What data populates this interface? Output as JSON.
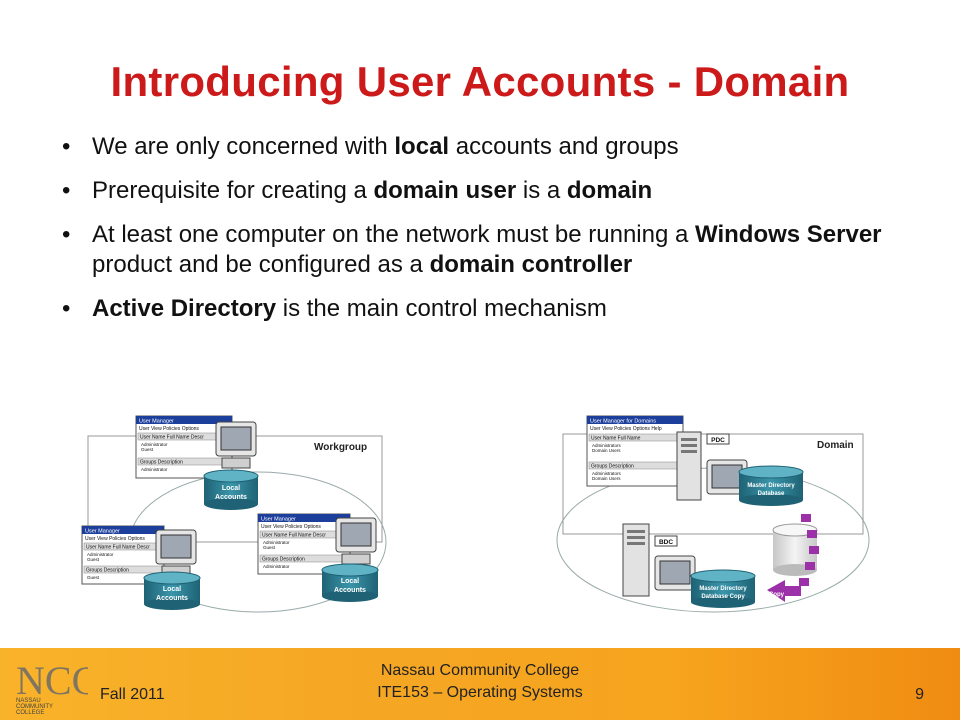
{
  "slide": {
    "title": "Introducing User Accounts - Domain",
    "bullets": [
      [
        "We are only concerned with ",
        "local",
        " accounts and groups"
      ],
      [
        "Prerequisite for creating a ",
        "domain user",
        " is a ",
        "domain",
        ""
      ],
      [
        "At least one computer on the network must be running a ",
        "Windows Server",
        " product and be configured as a ",
        "domain controller",
        ""
      ],
      [
        "",
        "Active Directory",
        " is the main control mechanism"
      ]
    ]
  },
  "workgroup_diagram": {
    "label": "Workgroup",
    "window_title": "User Manager",
    "menu": "User  View  Policies  Options",
    "header_cols": "User Name   Full Name  Descr",
    "groups_cols": "Groups        Description",
    "entries": [
      "Administrator",
      "Guest"
    ],
    "local_accounts_line1": "Local",
    "local_accounts_line2": "Accounts"
  },
  "domain_diagram": {
    "label": "Domain",
    "window_title": "User Manager for Domains",
    "menu": "User  View  Policies  Options  Help",
    "header_cols": "User Name    Full Name",
    "groups_cols": "Groups         Description",
    "entries": [
      "Administrators",
      "Domain Users"
    ],
    "pdc": "PDC",
    "bdc": "BDC",
    "master_db_1": "Master Directory",
    "master_db_2": "Database",
    "copy_db_1": "Master Directory",
    "copy_db_2": "Database Copy",
    "copy": "Copy"
  },
  "footer": {
    "term": "Fall 2011",
    "college": "Nassau Community College",
    "course": "ITE153 – Operating Systems",
    "page": "9",
    "logo_letters": "NCC",
    "logo_line1": "NASSAU",
    "logo_line2": "COMMUNITY",
    "logo_line3": "COLLEGE"
  },
  "colors": {
    "title": "#cc1a1a",
    "footer": "#f5a623",
    "cylinder": "#2f7f93",
    "arrow": "#9b30a8"
  }
}
